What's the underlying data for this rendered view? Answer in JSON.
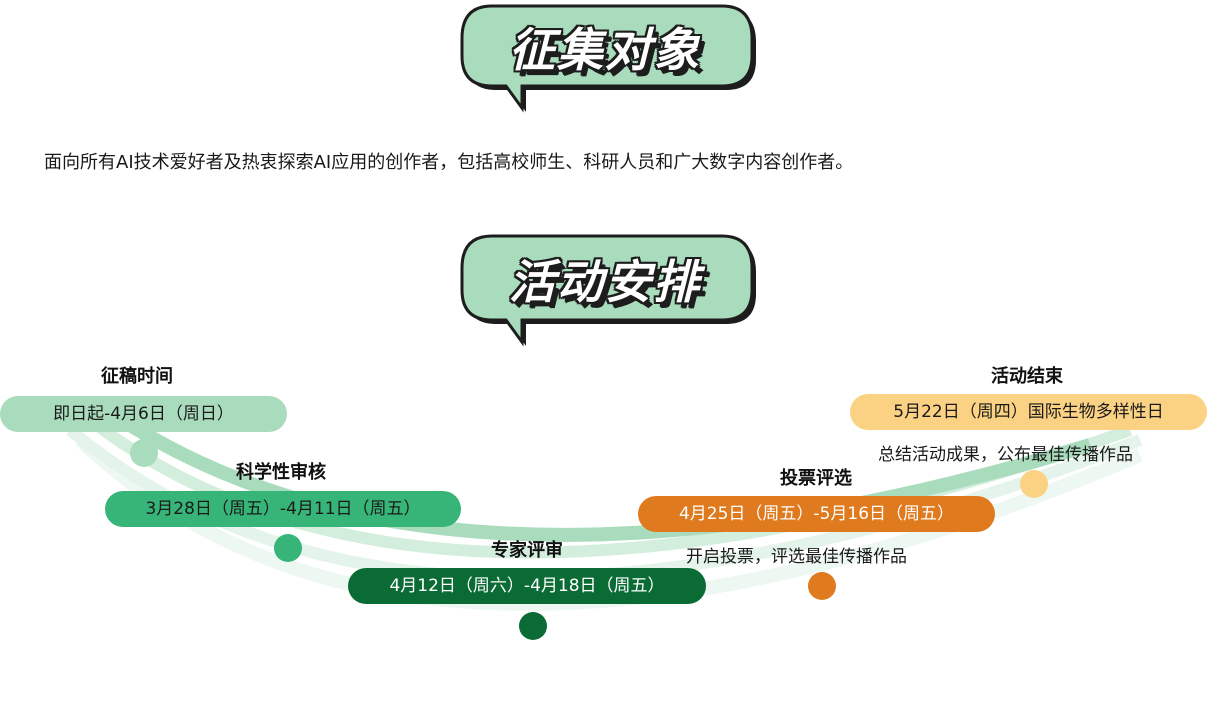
{
  "sections": {
    "target": {
      "title": "征集对象"
    },
    "schedule": {
      "title": "活动安排"
    }
  },
  "description": "面向所有AI技术爱好者及热衷探索AI应用的创作者，包括高校师生、科研人员和广大数字内容创作者。",
  "stages": [
    {
      "label": "征稿时间",
      "date": "即日起-4月6日（周日）",
      "note": "",
      "color": "#a9dcbc",
      "text_color": "#1a1a1a"
    },
    {
      "label": "科学性审核",
      "date": "3月28日（周五）-4月11日（周五）",
      "note": "",
      "color": "#37b477",
      "text_color": "#1a1a1a"
    },
    {
      "label": "专家评审",
      "date": "4月12日（周六）-4月18日（周五）",
      "note": "",
      "color": "#0b6b34",
      "text_color": "#ffffff"
    },
    {
      "label": "投票评选",
      "date": "4月25日（周五）-5月16日（周五）",
      "note": "开启投票，评选最佳传播作品",
      "color": "#e07a1f",
      "text_color": "#ffffff"
    },
    {
      "label": "活动结束",
      "date": "5月22日（周四）国际生物多样性日",
      "note": "总结活动成果，公布最佳传播作品",
      "color": "#fbd283",
      "text_color": "#1a1a1a"
    }
  ],
  "colors": {
    "bubble_fill": "#a9dcbc",
    "outline": "#1d1d1d",
    "arc_main": "#a9dcbc",
    "arc_faint": "#e4f4ea"
  }
}
